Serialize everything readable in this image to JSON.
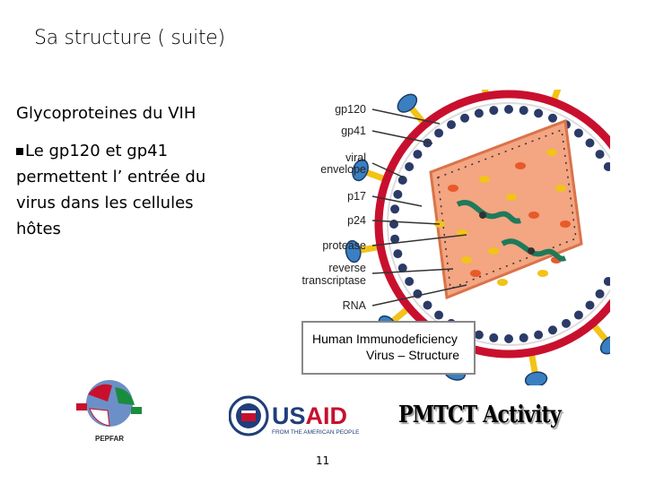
{
  "slide": {
    "title": "Sa structure ( suite)",
    "subtitle": "Glycoproteines du VIH",
    "body": "Le gp120 et  gp41 permettent l’ entrée du virus dans les cellules hôtes",
    "page_number": "11"
  },
  "diagram": {
    "labels": {
      "gp120": "gp120",
      "gp41": "gp41",
      "viral_envelope_1": "viral",
      "viral_envelope_2": "envelope",
      "p17": "p17",
      "p24": "p24",
      "protease": "protease",
      "reverse_1": "reverse",
      "reverse_2": "transcriptase",
      "rna": "RNA"
    },
    "caption_line1": "Human Immunodeficiency",
    "caption_line2": "Virus – Structure",
    "colors": {
      "envelope": "#c8102e",
      "capsid": "#f4a582",
      "gp120": "#3a7fc1",
      "gp41": "#f2c318",
      "inner_bead": "#2b3a67"
    }
  },
  "logos": {
    "pepfar_text": "PEPFAR",
    "usaid_text": "USAID",
    "usaid_tagline": "FROM THE AMERICAN PEOPLE",
    "pmtct": "PMTCT Activity"
  }
}
